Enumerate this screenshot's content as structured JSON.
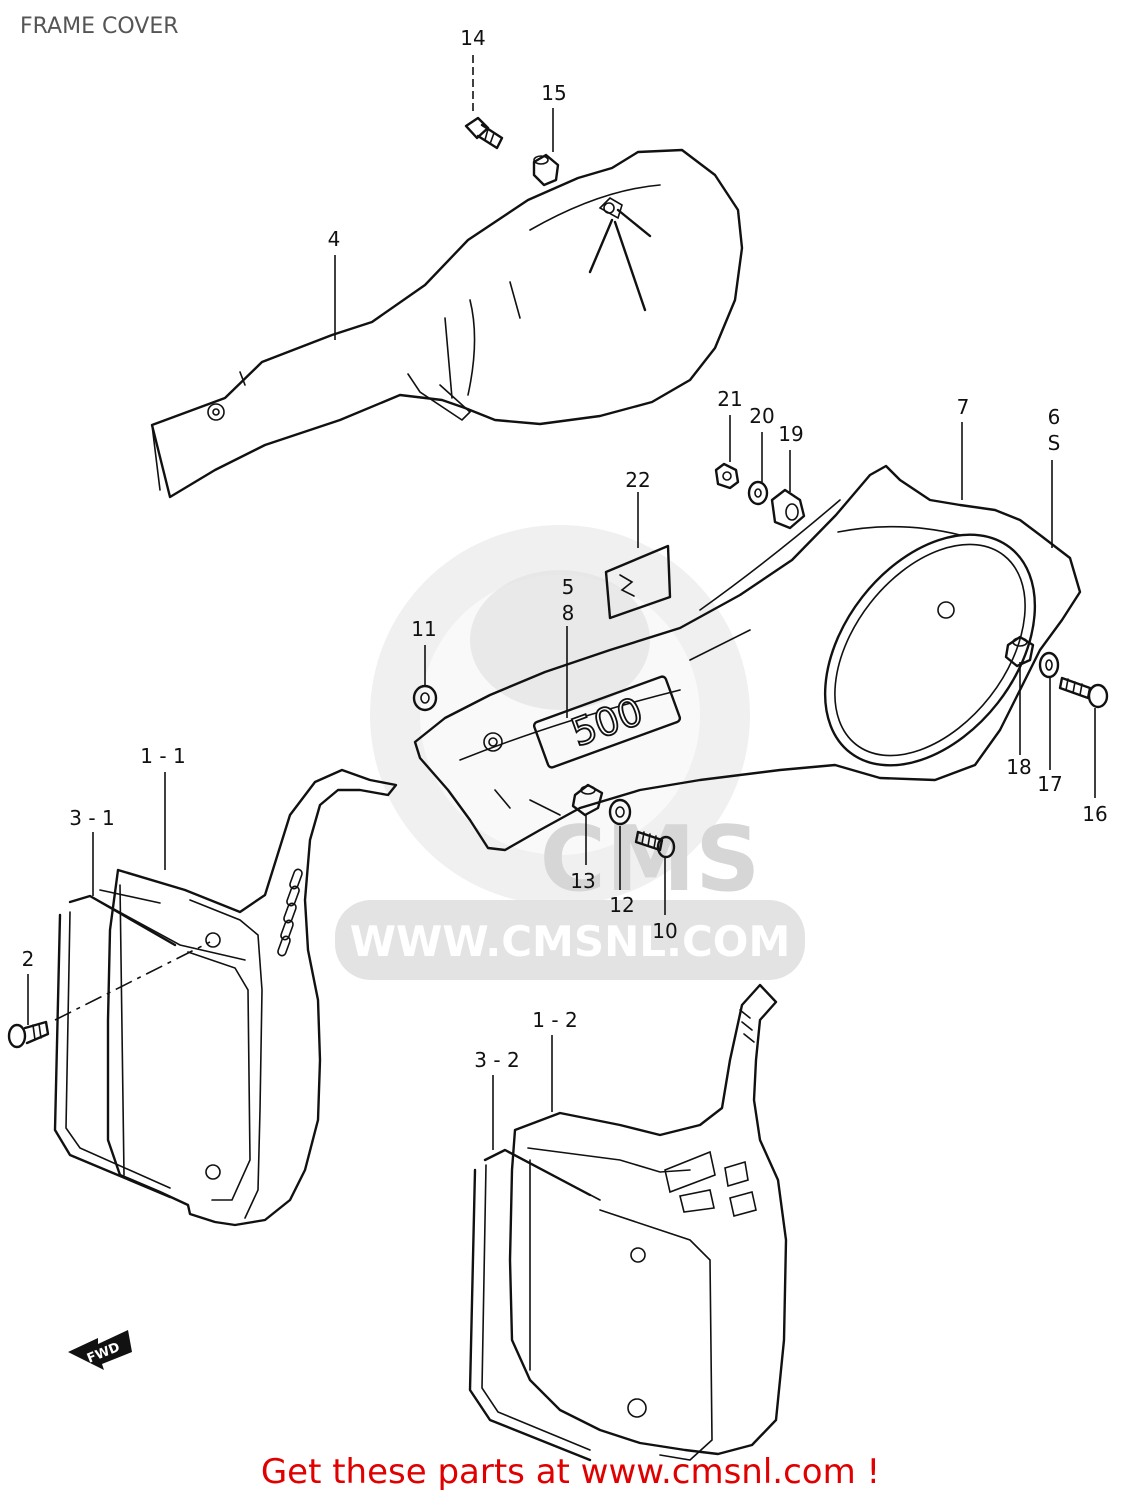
{
  "title": "FRAME COVER",
  "footer": "Get these parts at www.cmsnl.com !",
  "watermark": {
    "logo": "CMS",
    "url": "WWW.CMSNL.COM"
  },
  "badge": "500",
  "fwd_arrow": "FWD",
  "callouts": {
    "c14": "14",
    "c15": "15",
    "c4": "4",
    "c21": "21",
    "c20": "20",
    "c19": "19",
    "c7": "7",
    "c6": "6",
    "c9": "S",
    "c22": "22",
    "c5": "5",
    "c8": "8",
    "c11": "11",
    "c1_1": "1 - 1",
    "c3_1": "3 - 1",
    "c2": "2",
    "c13": "13",
    "c12": "12",
    "c10": "10",
    "c18": "18",
    "c17": "17",
    "c16": "16",
    "c1_2": "1 - 2",
    "c3_2": "3 - 2"
  },
  "colors": {
    "footer": "#e00000",
    "line": "#111111",
    "watermark": "#e3e3e3"
  }
}
